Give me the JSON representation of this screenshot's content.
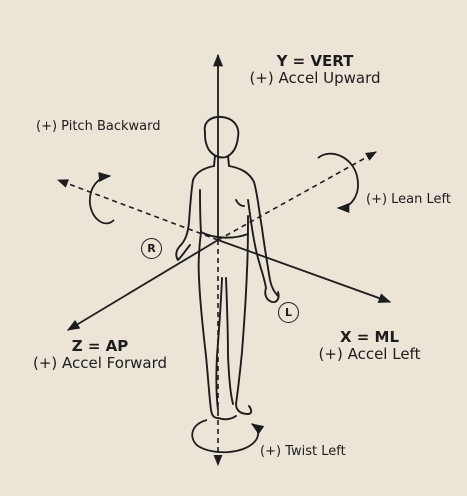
{
  "axes": {
    "y": {
      "name": "Y = VERT",
      "desc": "(+) Accel Upward"
    },
    "z": {
      "name": "Z = AP",
      "desc": "(+) Accel Forward"
    },
    "x": {
      "name": "X = ML",
      "desc": "(+) Accel Left"
    }
  },
  "rotations": {
    "pitch": "(+) Pitch Backward",
    "lean": "(+) Lean Left",
    "twist": "(+) Twist Left"
  },
  "markers": {
    "right": "R",
    "left": "L"
  },
  "colors": {
    "background": "#ECE4D7",
    "ink": "#1d1d1d"
  }
}
